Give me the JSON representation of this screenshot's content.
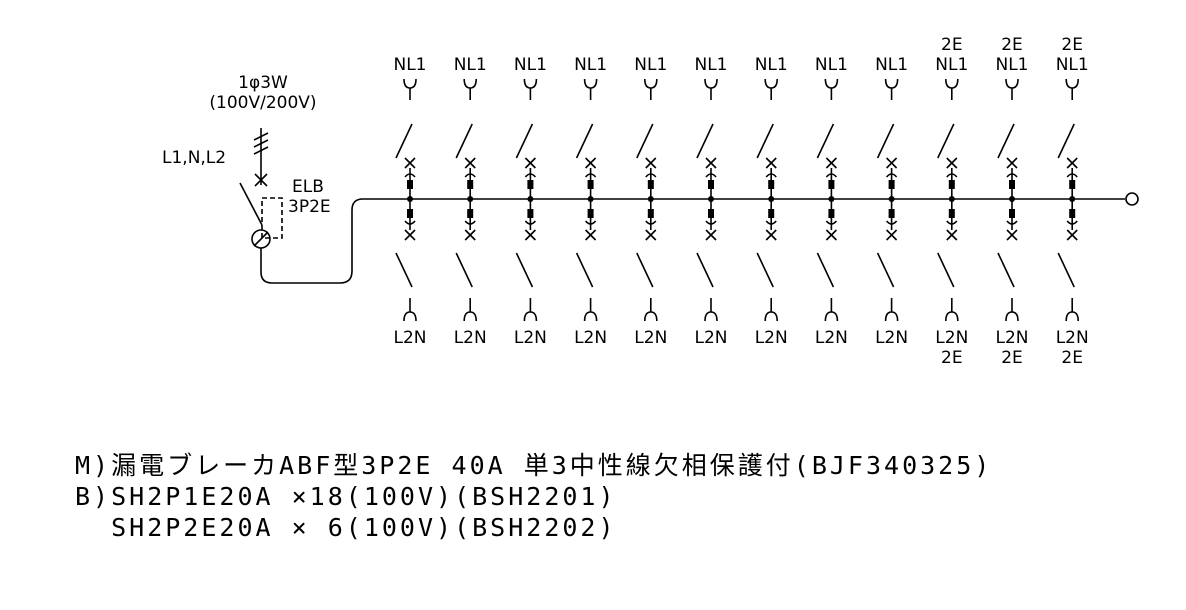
{
  "supply": {
    "phase_label": "1φ3W",
    "voltage_label": "(100V/200V)",
    "lines_label": "L1,N,L2"
  },
  "main_breaker": {
    "label_line1": "ELB",
    "label_line2": "3P2E"
  },
  "branches": [
    {
      "top": [
        "NL1"
      ],
      "bottom": [
        "L2N"
      ]
    },
    {
      "top": [
        "NL1"
      ],
      "bottom": [
        "L2N"
      ]
    },
    {
      "top": [
        "NL1"
      ],
      "bottom": [
        "L2N"
      ]
    },
    {
      "top": [
        "NL1"
      ],
      "bottom": [
        "L2N"
      ]
    },
    {
      "top": [
        "NL1"
      ],
      "bottom": [
        "L2N"
      ]
    },
    {
      "top": [
        "NL1"
      ],
      "bottom": [
        "L2N"
      ]
    },
    {
      "top": [
        "NL1"
      ],
      "bottom": [
        "L2N"
      ]
    },
    {
      "top": [
        "NL1"
      ],
      "bottom": [
        "L2N"
      ]
    },
    {
      "top": [
        "NL1"
      ],
      "bottom": [
        "L2N"
      ]
    },
    {
      "top": [
        "2E",
        "NL1"
      ],
      "bottom": [
        "L2N",
        "2E"
      ]
    },
    {
      "top": [
        "2E",
        "NL1"
      ],
      "bottom": [
        "L2N",
        "2E"
      ]
    },
    {
      "top": [
        "2E",
        "NL1"
      ],
      "bottom": [
        "L2N",
        "2E"
      ]
    }
  ],
  "notes": [
    "M)漏電ブレーカABF型3P2E 40A 単3中性線欠相保護付(BJF340325)",
    "B)SH2P1E20A ×18(100V)(BSH2201)",
    "  SH2P2E20A × 6(100V)(BSH2202)"
  ]
}
